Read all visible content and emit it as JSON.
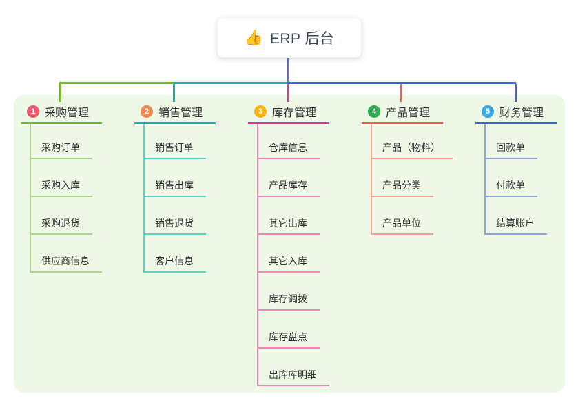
{
  "root": {
    "icon": "👍",
    "icon_name": "thumbs-up-icon",
    "label": "ERP 后台"
  },
  "colors": {
    "root_line": "#5b6cd9",
    "panel_bg": "#edf8e7",
    "text": "#333333",
    "root_text": "#3a4453"
  },
  "branches": [
    {
      "num": "1",
      "label": "采购管理",
      "line_color": "#79b92e",
      "child_line_color": "#a9d687",
      "badge_color": "#f4566e",
      "children": [
        "采购订单",
        "采购入库",
        "采购退货",
        "供应商信息"
      ]
    },
    {
      "num": "2",
      "label": "销售管理",
      "line_color": "#13b5ab",
      "child_line_color": "#63cfc3",
      "badge_color": "#f08a50",
      "children": [
        "销售订单",
        "销售出库",
        "销售退货",
        "客户信息"
      ]
    },
    {
      "num": "3",
      "label": "库存管理",
      "line_color": "#e13a92",
      "child_line_color": "#f083b9",
      "badge_color": "#fcb214",
      "children": [
        "仓库信息",
        "产品库存",
        "其它出库",
        "其它入库",
        "库存调拨",
        "库存盘点",
        "出库库明细"
      ]
    },
    {
      "num": "4",
      "label": "产品管理",
      "line_color": "#f75b55",
      "child_line_color": "#f9a18f",
      "badge_color": "#2ead52",
      "children": [
        "产品（物料）",
        "产品分类",
        "产品单位"
      ]
    },
    {
      "num": "5",
      "label": "财务管理",
      "line_color": "#4162d2",
      "child_line_color": "#93a5d9",
      "badge_color": "#38a7e4",
      "children": [
        "回款单",
        "付款单",
        "结算账户"
      ]
    }
  ]
}
